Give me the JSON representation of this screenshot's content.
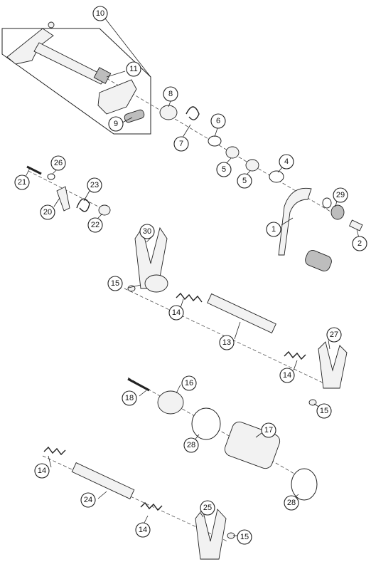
{
  "diagram": {
    "callouts": [
      {
        "id": "c10",
        "label": "10"
      },
      {
        "id": "c11",
        "label": "11"
      },
      {
        "id": "c9",
        "label": "9"
      },
      {
        "id": "c8",
        "label": "8"
      },
      {
        "id": "c7",
        "label": "7"
      },
      {
        "id": "c6",
        "label": "6"
      },
      {
        "id": "c5a",
        "label": "5"
      },
      {
        "id": "c5b",
        "label": "5"
      },
      {
        "id": "c4",
        "label": "4"
      },
      {
        "id": "c29",
        "label": "29"
      },
      {
        "id": "c1",
        "label": "1"
      },
      {
        "id": "c2",
        "label": "2"
      },
      {
        "id": "c26",
        "label": "26"
      },
      {
        "id": "c21",
        "label": "21"
      },
      {
        "id": "c23",
        "label": "23"
      },
      {
        "id": "c20",
        "label": "20"
      },
      {
        "id": "c22",
        "label": "22"
      },
      {
        "id": "c30",
        "label": "30"
      },
      {
        "id": "c15a",
        "label": "15"
      },
      {
        "id": "c14a",
        "label": "14"
      },
      {
        "id": "c13",
        "label": "13"
      },
      {
        "id": "c27",
        "label": "27"
      },
      {
        "id": "c14b",
        "label": "14"
      },
      {
        "id": "c15b",
        "label": "15"
      },
      {
        "id": "c16",
        "label": "16"
      },
      {
        "id": "c18",
        "label": "18"
      },
      {
        "id": "c17",
        "label": "17"
      },
      {
        "id": "c28a",
        "label": "28"
      },
      {
        "id": "c28b",
        "label": "28"
      },
      {
        "id": "c14c",
        "label": "14"
      },
      {
        "id": "c24",
        "label": "24"
      },
      {
        "id": "c25",
        "label": "25"
      },
      {
        "id": "c14d",
        "label": "14"
      },
      {
        "id": "c15c",
        "label": "15"
      }
    ]
  }
}
